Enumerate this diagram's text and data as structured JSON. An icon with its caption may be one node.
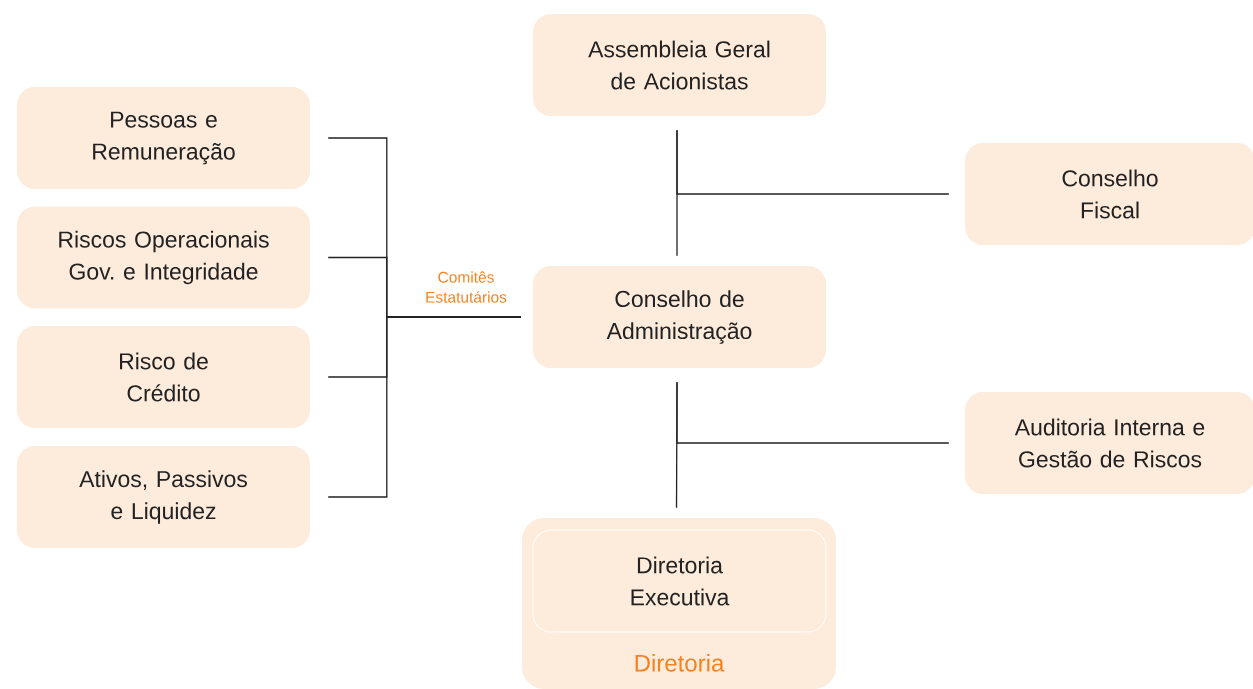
{
  "diagram": {
    "nodes": [
      {
        "text": [
          "Assembleia Geral de Acionistas"
        ]
      },
      {
        "text": [
          "Pessoas e Remuneração"
        ]
      },
      {
        "text": [
          "Conselho Fiscal"
        ]
      },
      {
        "text": [
          "Riscos Operacionais Gov. e Integridade"
        ]
      },
      {
        "text": [
          "Conselho de Administração"
        ]
      },
      {
        "text": [
          "Risco de Crédito"
        ]
      },
      {
        "text": [
          "Auditoria Interna e Gestão de Riscos"
        ]
      },
      {
        "text": [
          "Ativos, Passivos e Liquidez"
        ]
      },
      {
        "text": [
          "Diretoria"
        ]
      },
      {
        "text": [
          "Diretoria Executiva"
        ],
        "in": 8
      }
    ],
    "edges": [
      {
        "from": 0,
        "to": 4,
        "arrow": "none"
      },
      {
        "from": 0,
        "to": 2,
        "arrow": "none"
      },
      {
        "from": 1,
        "to": 4,
        "arrow": "none"
      },
      {
        "from": 3,
        "to": 4,
        "arrow": "none"
      },
      {
        "from": 5,
        "to": 4,
        "arrow": "none"
      },
      {
        "from": 7,
        "to": 4,
        "arrow": "none"
      },
      {
        "from": 4,
        "to": 8,
        "arrow": "none"
      },
      {
        "from": 4,
        "to": 6,
        "arrow": "none"
      }
    ],
    "labels": [
      "Comitês Estatutários"
    ]
  }
}
